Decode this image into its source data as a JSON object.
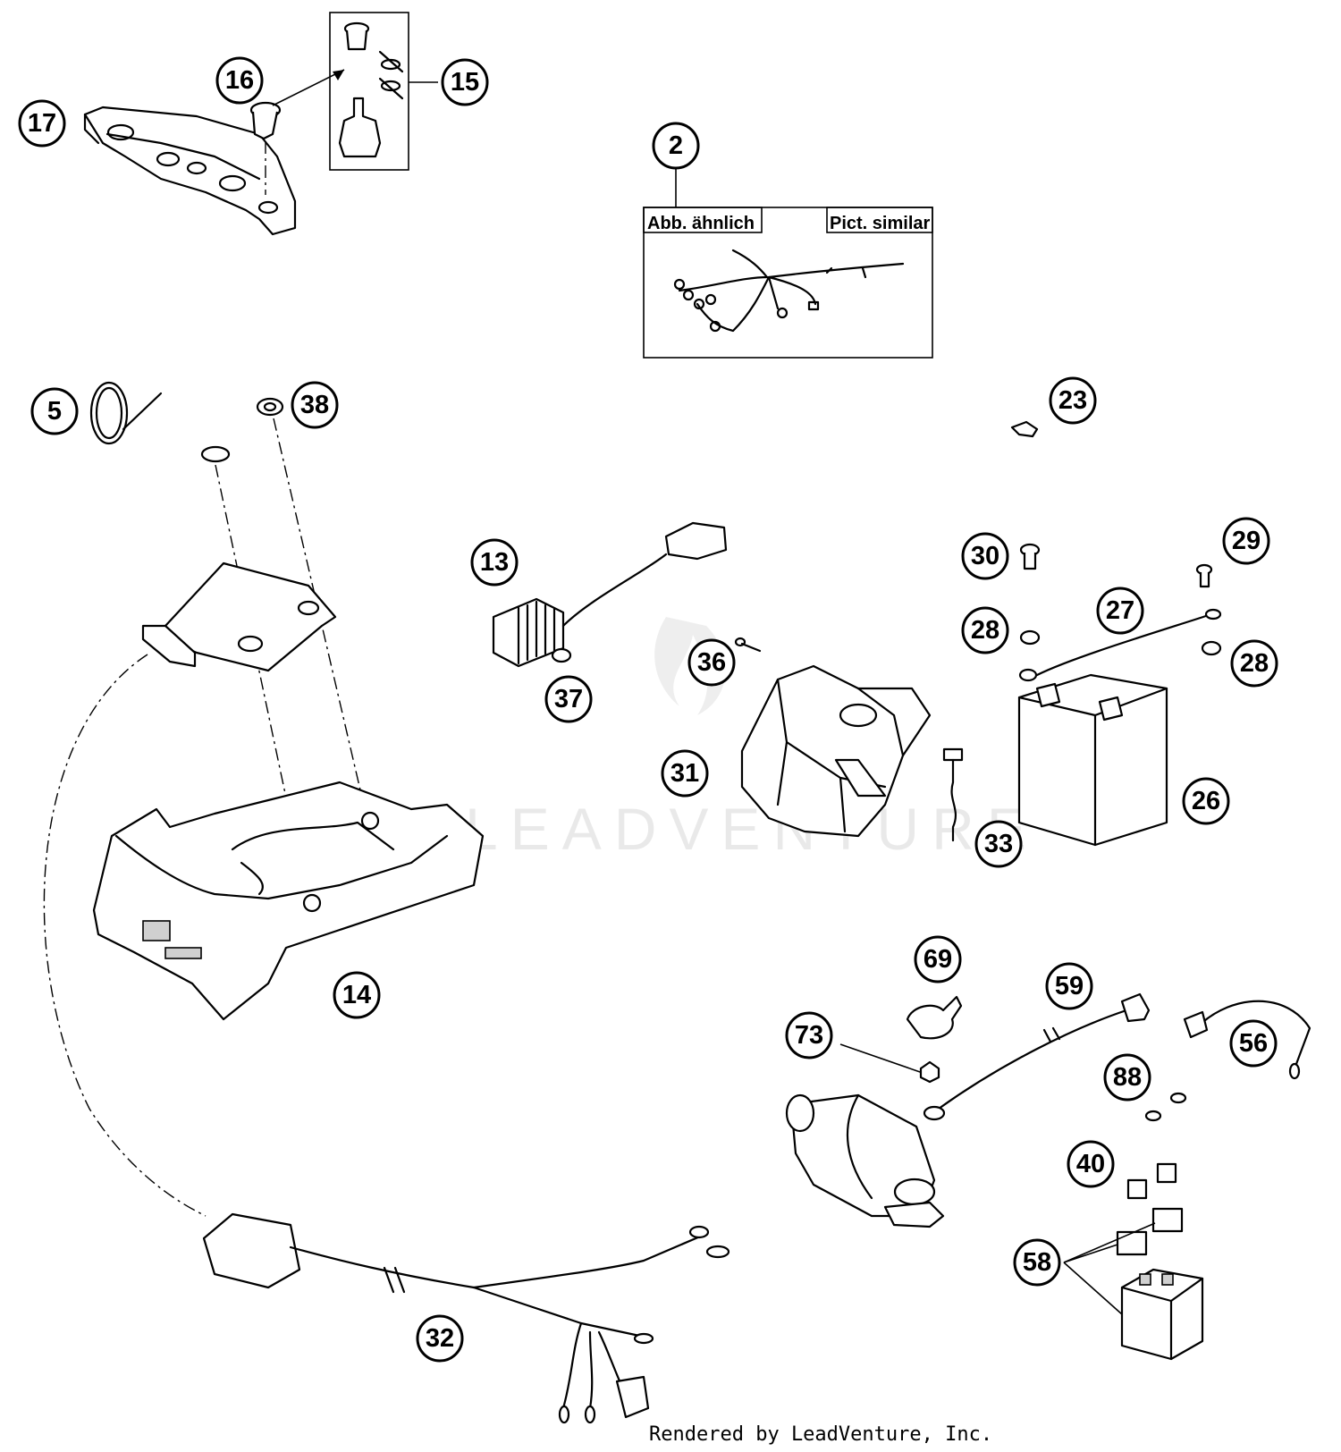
{
  "diagram": {
    "callouts": [
      "17",
      "16",
      "15",
      "2",
      "5",
      "38",
      "23",
      "13",
      "30",
      "29",
      "27",
      "28",
      "28",
      "36",
      "37",
      "31",
      "33",
      "26",
      "69",
      "59",
      "73",
      "56",
      "88",
      "40",
      "14",
      "58",
      "32"
    ],
    "similar_box": {
      "label_de": "Abb. ähnlich",
      "label_en": "Pict. similar"
    },
    "watermark": "LEADVENTURE",
    "footer": "Rendered by LeadVenture, Inc."
  }
}
